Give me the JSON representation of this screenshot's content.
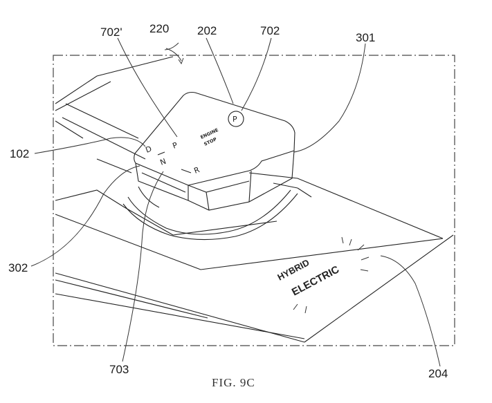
{
  "figure": {
    "caption": "FIG. 9C",
    "refs": {
      "r220": "220",
      "r702p": "702'",
      "r202": "202",
      "r702": "702",
      "r301": "301",
      "r102": "102",
      "r302": "302",
      "r703": "703",
      "r204": "204"
    },
    "button": {
      "engine": "ENGINE",
      "stop": "STOP",
      "p": "P"
    },
    "gears": {
      "d": "D",
      "n": "N",
      "r": "R",
      "p": "P"
    },
    "display": {
      "line1": "HYBRID",
      "line2": "ELECTRIC"
    }
  }
}
